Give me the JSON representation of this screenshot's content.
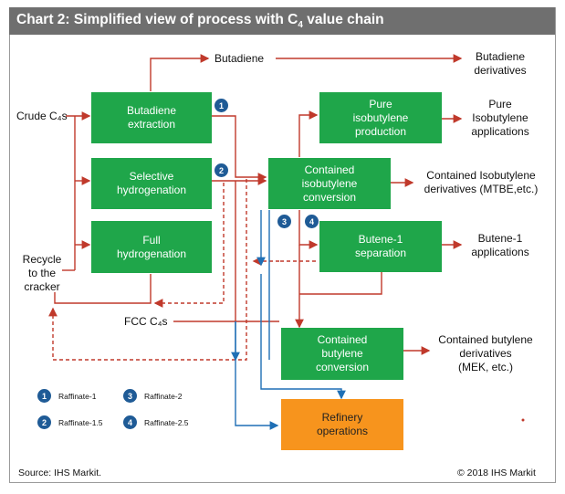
{
  "title": {
    "main": "Chart 2: Simplified view of process with C",
    "sub": "4",
    "rest": " value chain"
  },
  "boxes": {
    "butadiene_extraction": "Butadiene\nextraction",
    "selective_hydrogenation": "Selective\nhydrogenation",
    "full_hydrogenation": "Full\nhydrogenation",
    "pure_isobutylene": "Pure\nisobutylene\nproduction",
    "contained_isobutylene": "Contained\nisobutylene\nconversion",
    "butene1_separation": "Butene-1\nseparation",
    "contained_butylene": "Contained\nbutylene\nconversion",
    "refinery_operations": "Refinery\noperations"
  },
  "labels": {
    "crude_c4s": "Crude C₄s",
    "recycle": "Recycle\nto the\ncracker",
    "butadiene": "Butadiene",
    "fcc_c4s": "FCC C₄s",
    "butadiene_derivatives": "Butadiene\nderivatives",
    "pure_isobutylene_apps": "Pure\nIsobutylene\napplications",
    "contained_isobutylene_derivs": "Contained Isobutylene\nderivatives (MTBE,etc.)",
    "butene1_apps": "Butene-1\napplications",
    "contained_butylene_derivs": "Contained butylene\nderivatives\n(MEK, etc.)"
  },
  "badges": [
    "1",
    "2",
    "3",
    "4"
  ],
  "legend": [
    {
      "num": "1",
      "text": "Raffinate-1"
    },
    {
      "num": "3",
      "text": "Raffinate-2"
    },
    {
      "num": "2",
      "text": "Raffinate-1.5"
    },
    {
      "num": "4",
      "text": "Raffinate-2.5"
    }
  ],
  "footer": {
    "source": "Source: IHS Markit.",
    "copyright": "© 2018 IHS Markit"
  },
  "colors": {
    "green": "#1fa64a",
    "orange": "#f7941d",
    "arrow_red": "#c0392b",
    "arrow_blue": "#1f6fb5",
    "title_bar": "#6f6f6f",
    "badge": "#1f5b96"
  }
}
